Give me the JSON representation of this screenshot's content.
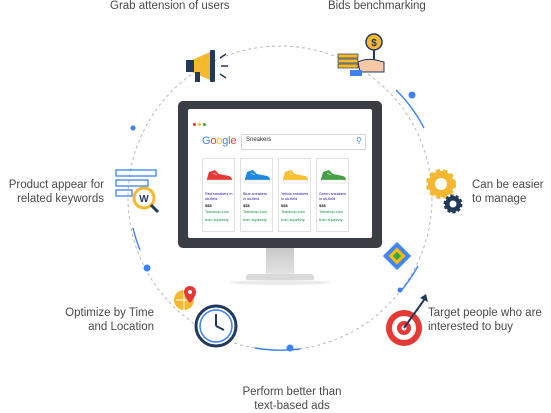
{
  "labels": {
    "grab": "Grab attension of users",
    "bids": "Bids benchmarking",
    "product_line1": "Product appear for",
    "product_line2": "related keywords",
    "easier_line1": "Can be easier",
    "easier_line2": "to manage",
    "optimize_line1": "Optimize by Time",
    "optimize_line2": "and Location",
    "target_line1": "Target people who are",
    "target_line2": "interested to buy",
    "perform_line1": "Perform better than",
    "perform_line2": "text-based ads"
  },
  "browser": {
    "logo": "Google",
    "query": "Sneakers"
  },
  "products": [
    {
      "title": "Red sneakers in uk-field",
      "price": "$$$",
      "shop": "Torbshop.com",
      "rating": "from squeezly",
      "color": "#e53935"
    },
    {
      "title": "Blue sneakers in uk-field",
      "price": "$$$",
      "shop": "Torbshop.com",
      "rating": "from squeezly",
      "color": "#1e88e5"
    },
    {
      "title": "Yellow sneakers in uk-field",
      "price": "$$$",
      "shop": "Torbshop.com",
      "rating": "from squeezly",
      "color": "#fbc02d"
    },
    {
      "title": "Green sneakers in uk-field",
      "price": "$$$",
      "shop": "Torbshop.com",
      "rating": "from squeezly",
      "color": "#43a047"
    }
  ],
  "colors": {
    "accent_blue": "#3b82f6",
    "ring": "#b9b9b9",
    "text": "#4a4a4a",
    "icon_navy": "#23395b",
    "icon_yellow": "#f5b82e",
    "icon_red": "#e53935"
  },
  "icons": [
    "megaphone-icon",
    "money-hand-icon",
    "keyword-search-icon",
    "gears-icon",
    "clock-location-icon",
    "target-arrow-icon",
    "google-ads-icon"
  ]
}
